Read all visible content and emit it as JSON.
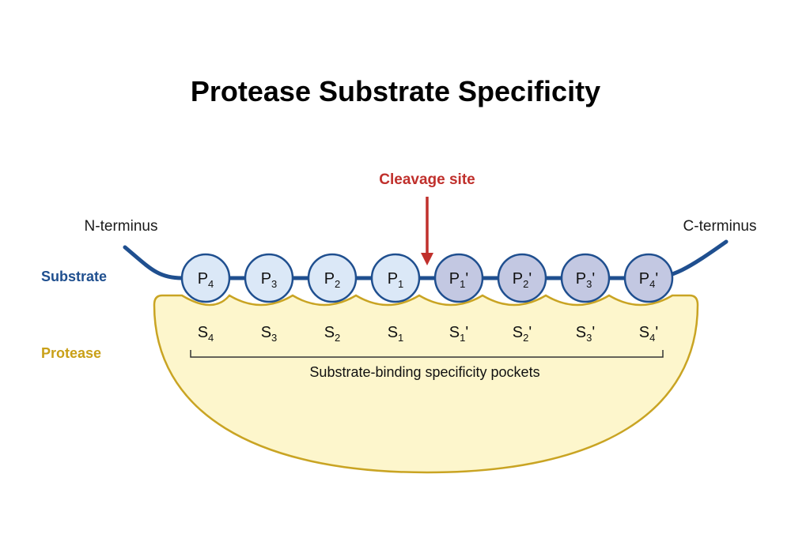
{
  "title": "Protease Substrate Specificity",
  "cleavage_label": "Cleavage site",
  "n_terminus": "N-terminus",
  "c_terminus": "C-terminus",
  "substrate_label": "Substrate",
  "protease_label": "Protease",
  "bracket_label": "Substrate-binding specificity pockets",
  "colors": {
    "substrate_chain": "#1f4f8f",
    "unprimed_fill": "#dbe8f7",
    "primed_fill": "#c3c8e2",
    "protease_fill": "#fdf6cc",
    "protease_outline": "#c9a423",
    "cleavage_red": "#c0302c",
    "protease_text": "#c9a018"
  },
  "residues": [
    {
      "base": "P",
      "sub": "4",
      "prime": ""
    },
    {
      "base": "P",
      "sub": "3",
      "prime": ""
    },
    {
      "base": "P",
      "sub": "2",
      "prime": ""
    },
    {
      "base": "P",
      "sub": "1",
      "prime": ""
    },
    {
      "base": "P",
      "sub": "1",
      "prime": "'"
    },
    {
      "base": "P",
      "sub": "2",
      "prime": "'"
    },
    {
      "base": "P",
      "sub": "3",
      "prime": "'"
    },
    {
      "base": "P",
      "sub": "4",
      "prime": "'"
    }
  ],
  "pockets": [
    {
      "base": "S",
      "sub": "4",
      "prime": ""
    },
    {
      "base": "S",
      "sub": "3",
      "prime": ""
    },
    {
      "base": "S",
      "sub": "2",
      "prime": ""
    },
    {
      "base": "S",
      "sub": "1",
      "prime": ""
    },
    {
      "base": "S",
      "sub": "1",
      "prime": "'"
    },
    {
      "base": "S",
      "sub": "2",
      "prime": "'"
    },
    {
      "base": "S",
      "sub": "3",
      "prime": "'"
    },
    {
      "base": "S",
      "sub": "4",
      "prime": "'"
    }
  ]
}
